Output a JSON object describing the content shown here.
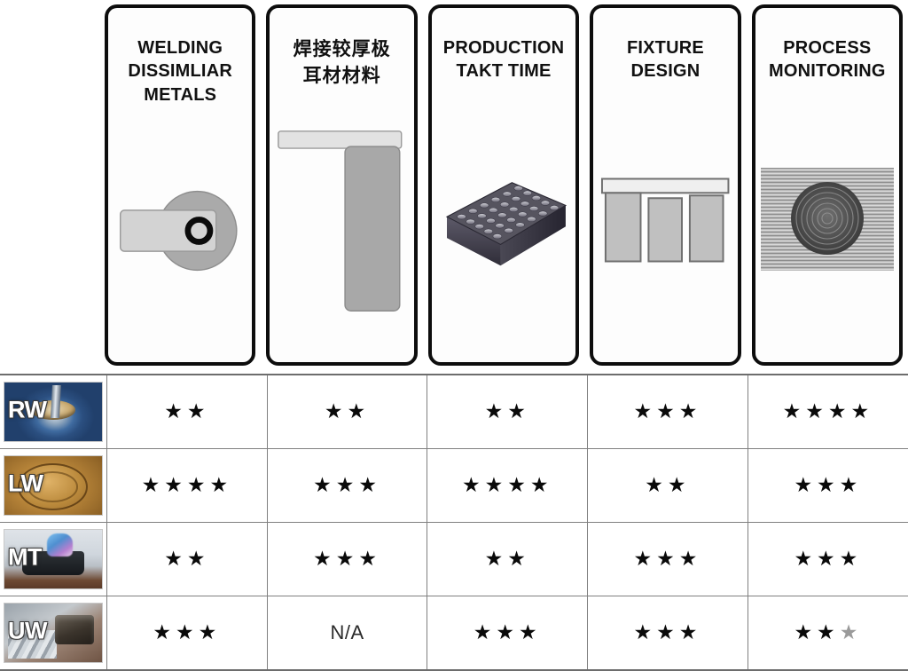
{
  "headers": [
    {
      "title": "WELDING\nDISSIMLIAR\nMETALS",
      "lang": "en",
      "figure": "dissimilar-metal-lap-joint-diagram"
    },
    {
      "title": "焊接较厚极\n耳材材料",
      "lang": "zh",
      "figure": "thick-tab-t-joint-diagram"
    },
    {
      "title": "PRODUCTION\nTAKT TIME",
      "lang": "en",
      "figure": "cylindrical-cell-battery-module-photo"
    },
    {
      "title": "FIXTURE\nDESIGN",
      "lang": "en",
      "figure": "clamping-fixture-diagram"
    },
    {
      "title": "PROCESS\nMONITORING",
      "lang": "en",
      "figure": "weld-spot-micrograph"
    }
  ],
  "rows": [
    {
      "code": "RW",
      "thumb": "resistance-welding-electrode-photo",
      "ratings": [
        {
          "value": 2,
          "dim": 0,
          "text": "★★"
        },
        {
          "value": 2,
          "dim": 0,
          "text": "★★"
        },
        {
          "value": 2,
          "dim": 0,
          "text": "★★"
        },
        {
          "value": 3,
          "dim": 0,
          "text": "★★★"
        },
        {
          "value": 4,
          "dim": 0,
          "text": "★★★★"
        }
      ]
    },
    {
      "code": "LW",
      "thumb": "laser-welding-seam-photo",
      "ratings": [
        {
          "value": 4,
          "dim": 0,
          "text": "★★★★"
        },
        {
          "value": 3,
          "dim": 0,
          "text": "★★★"
        },
        {
          "value": 4,
          "dim": 0,
          "text": "★★★★"
        },
        {
          "value": 2,
          "dim": 0,
          "text": "★★"
        },
        {
          "value": 3,
          "dim": 0,
          "text": "★★★"
        }
      ]
    },
    {
      "code": "MT",
      "thumb": "micro-tig-torch-photo",
      "ratings": [
        {
          "value": 2,
          "dim": 0,
          "text": "★★"
        },
        {
          "value": 3,
          "dim": 0,
          "text": "★★★"
        },
        {
          "value": 2,
          "dim": 0,
          "text": "★★"
        },
        {
          "value": 3,
          "dim": 0,
          "text": "★★★"
        },
        {
          "value": 3,
          "dim": 0,
          "text": "★★★"
        }
      ]
    },
    {
      "code": "UW",
      "thumb": "ultrasonic-welder-photo",
      "ratings": [
        {
          "value": 3,
          "dim": 0,
          "text": "★★★"
        },
        {
          "value": 0,
          "dim": 0,
          "text": "N/A",
          "na": true
        },
        {
          "value": 3,
          "dim": 0,
          "text": "★★★"
        },
        {
          "value": 3,
          "dim": 0,
          "text": "★★★"
        },
        {
          "value": 3,
          "dim": 1,
          "text": "★★",
          "dim_text": "★"
        }
      ]
    }
  ],
  "colors": {
    "card_border": "#0d0d0d",
    "grid_line": "#808080",
    "star_filled": "#0a0a0a",
    "star_dim": "#9a9a9a",
    "page_background": "#ffffff"
  }
}
